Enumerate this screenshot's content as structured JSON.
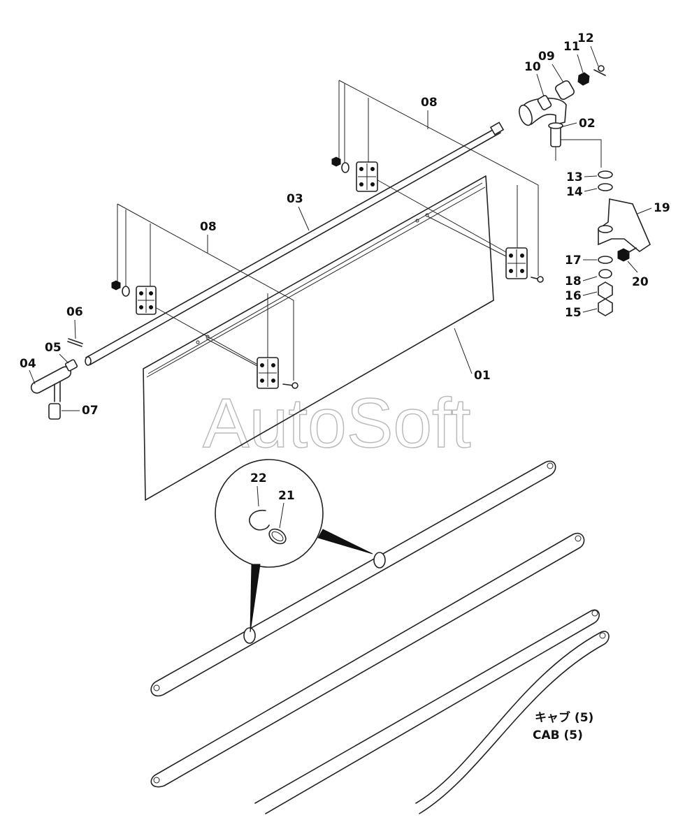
{
  "callouts": [
    {
      "id": "c01",
      "label": "01"
    },
    {
      "id": "c02",
      "label": "02"
    },
    {
      "id": "c03",
      "label": "03"
    },
    {
      "id": "c04",
      "label": "04"
    },
    {
      "id": "c05",
      "label": "05"
    },
    {
      "id": "c06",
      "label": "06"
    },
    {
      "id": "c07",
      "label": "07"
    },
    {
      "id": "c08a",
      "label": "08"
    },
    {
      "id": "c08b",
      "label": "08"
    },
    {
      "id": "c09",
      "label": "09"
    },
    {
      "id": "c10",
      "label": "10"
    },
    {
      "id": "c11",
      "label": "11"
    },
    {
      "id": "c12",
      "label": "12"
    },
    {
      "id": "c13",
      "label": "13"
    },
    {
      "id": "c14",
      "label": "14"
    },
    {
      "id": "c15",
      "label": "15"
    },
    {
      "id": "c16",
      "label": "16"
    },
    {
      "id": "c17",
      "label": "17"
    },
    {
      "id": "c18",
      "label": "18"
    },
    {
      "id": "c19",
      "label": "19"
    },
    {
      "id": "c20",
      "label": "20"
    },
    {
      "id": "c21",
      "label": "21"
    },
    {
      "id": "c22",
      "label": "22"
    }
  ],
  "caption": {
    "line_jp": "キャブ (5)",
    "line_en": "CAB (5)"
  },
  "watermark": "AutoSoft"
}
